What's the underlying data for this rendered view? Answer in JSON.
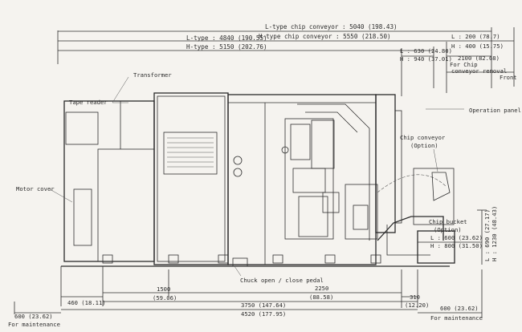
{
  "dimensions": {
    "l_conveyor": "L-type chip conveyor : 5040 (198.43)",
    "h_conveyor": "H-type chip conveyor : 5550 (218.50)",
    "l_type": "L-type : 4840 (190.55)",
    "h_type": "H-type : 5150 (202.76)",
    "l200": "L : 200 (78.7)",
    "h400": "H : 400 (15.75)",
    "l630": "L : 630 (24.80)",
    "h940": "H : 940 (37.01)",
    "chip_removal_val": "2100 (82.68)",
    "chip_removal_text1": "For Chip",
    "chip_removal_text2": "conveyor removal",
    "d460": "460 (18.11)",
    "d1500": "1500",
    "d1500_in": "(59.06)",
    "d2250": "2250",
    "d2250_in": "(88.58)",
    "d310": "310",
    "d310_in": "(12.20)",
    "d3750": "3750 (147.64)",
    "d4520": "4520 (177.95)",
    "d600_left": "600 (23.62)",
    "d600_right": "600 (23.62)",
    "maint_left": "For maintenance",
    "maint_right": "For maintenance",
    "l600": "L : 600 (23.62)",
    "h800": "H : 800 (31.50)",
    "l690": "L : 690 (27.17)",
    "h1230": "H : 1230 (48.43)"
  },
  "labels": {
    "transformer": "Transformer",
    "tape_reader": "Tape reader",
    "motor_cover": "Motor cover",
    "chuck_pedal": "Chuck open / close pedal",
    "chip_conveyor": "Chip conveyor",
    "chip_conveyor_opt": "(Option)",
    "chip_bucket": "Chip bucket",
    "chip_bucket_opt": "(Option)",
    "front": "Front",
    "operation_panel": "Operation panel"
  }
}
